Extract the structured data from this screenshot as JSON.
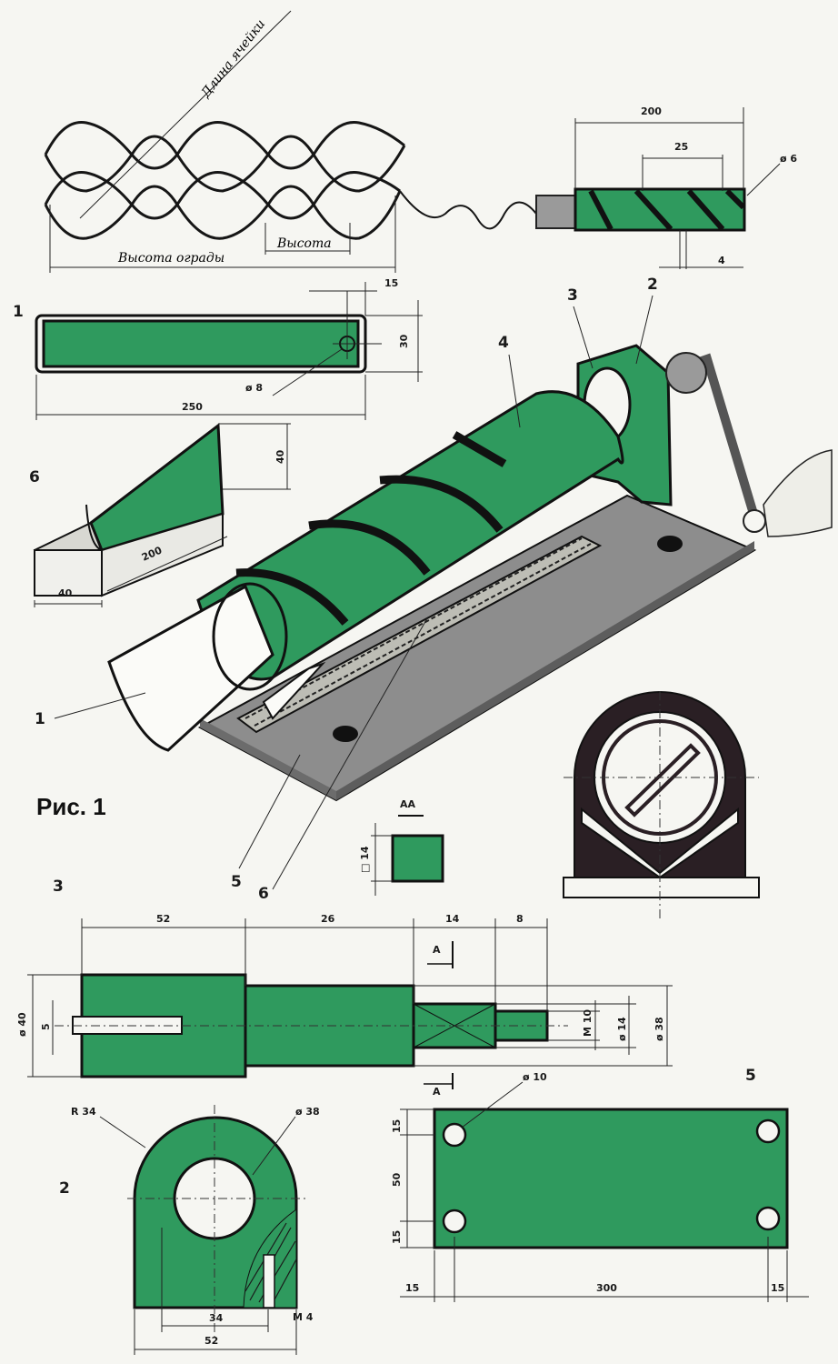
{
  "labels": {
    "cell_length": "Длина ячейки",
    "fence_height": "Высота ограды",
    "height": "Высота",
    "figure_caption": "Рис. 1"
  },
  "parts": {
    "p1": "1",
    "p2": "2",
    "p3": "3",
    "p4": "4",
    "p5": "5",
    "p6": "6"
  },
  "dims": {
    "mandrel_len": "200",
    "pitch": "25",
    "wire_dia": "ø 6",
    "gap": "4",
    "d15": "15",
    "d30": "30",
    "d8": "ø 8",
    "d250": "250",
    "d40": "40",
    "d200": "200",
    "d40b": "40",
    "section_aa": "AA",
    "sq14": "□ 14",
    "d52": "52",
    "d26": "26",
    "d14": "14",
    "d8b": "8",
    "sec_a": "A",
    "d5": "5",
    "dia40": "ø 40",
    "m10": "M 10",
    "dia14": "ø 14",
    "dia38": "ø 38",
    "r34": "R 34",
    "dia38b": "ø 38",
    "d34": "34",
    "d52b": "52",
    "m4": "M 4",
    "dia10": "ø 10",
    "d15a": "15",
    "d50": "50",
    "d15b": "15",
    "d15c": "15",
    "d300": "300",
    "d15d": "15"
  },
  "colors": {
    "green": "#2f9a5e",
    "dark": "#2a1f24",
    "steel": "#8b8b8b",
    "paper": "#f6f6f2"
  }
}
